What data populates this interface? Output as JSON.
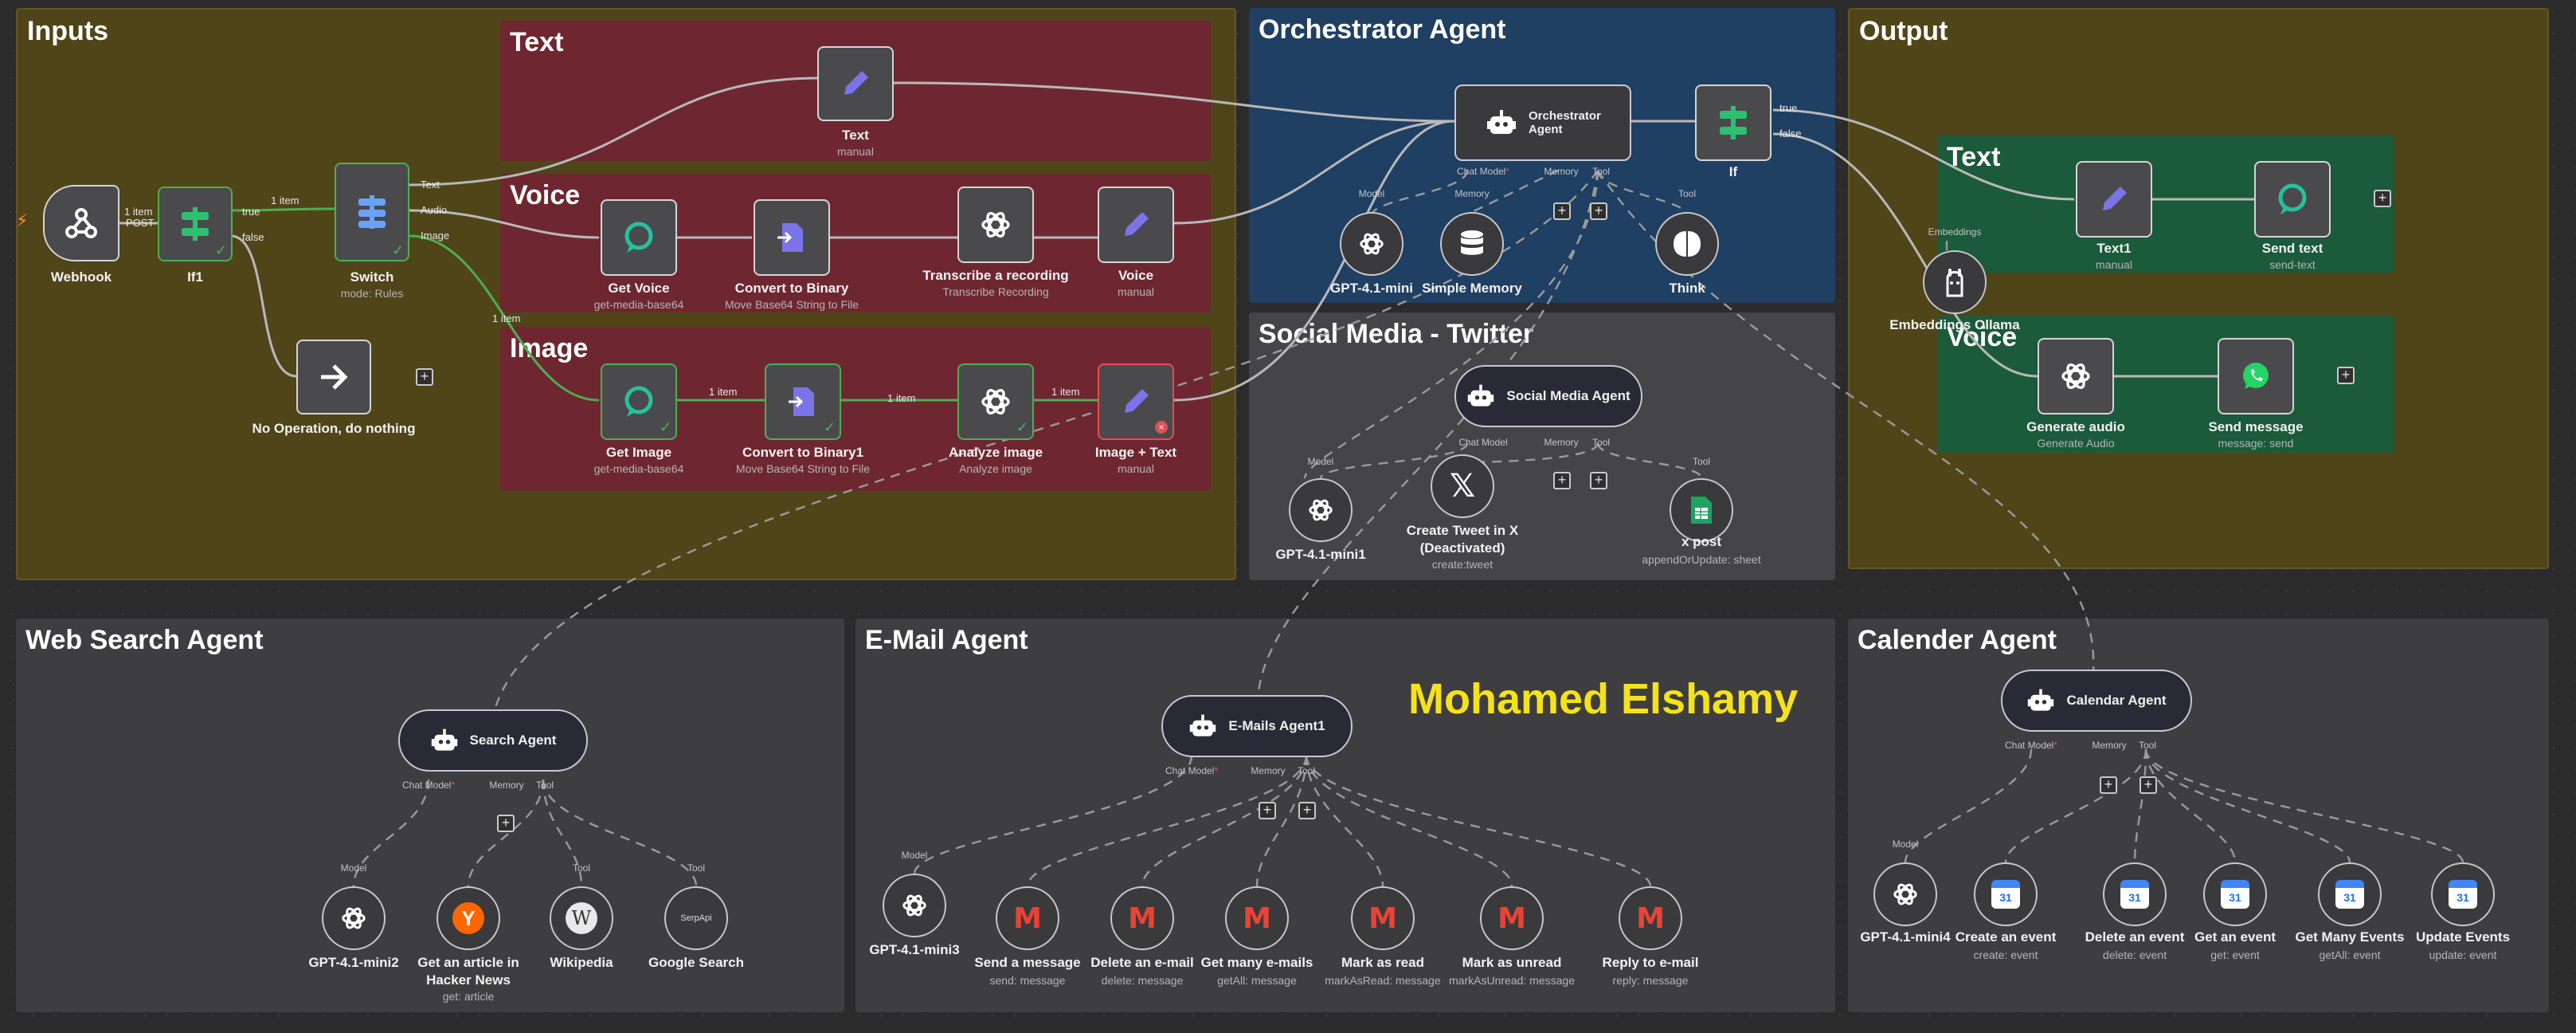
{
  "groups": {
    "inputs": "Inputs",
    "text": "Text",
    "voice": "Voice",
    "image": "Image",
    "orchestrator": "Orchestrator Agent",
    "social": "Social Media - Twitter",
    "output": "Output",
    "out_text": "Text",
    "out_voice": "Voice",
    "web_search": "Web Search Agent",
    "email": "E-Mail Agent",
    "calendar": "Calender Agent"
  },
  "author": "Mohamed Elshamy",
  "connection_labels": {
    "one_item": "1 item",
    "post": "POST",
    "true": "true",
    "false": "false",
    "switch_text": "Text",
    "switch_audio": "Audio",
    "switch_image": "Image",
    "chat_model": "Chat Model",
    "required_mark": "*",
    "memory": "Memory",
    "tool": "Tool",
    "model": "Model",
    "embeddings": "Embeddings",
    "plus": "+"
  },
  "nodes": {
    "webhook": {
      "label": "Webhook"
    },
    "if1": {
      "label": "If1"
    },
    "switch": {
      "label": "Switch",
      "sub": "mode: Rules"
    },
    "noop": {
      "label": "No Operation, do nothing"
    },
    "text": {
      "label": "Text",
      "sub": "manual"
    },
    "get_voice": {
      "label": "Get Voice",
      "sub": "get-media-base64"
    },
    "convert_binary": {
      "label": "Convert to Binary",
      "sub": "Move Base64 String to File"
    },
    "transcribe": {
      "label": "Transcribe a recording",
      "sub": "Transcribe Recording"
    },
    "voice": {
      "label": "Voice",
      "sub": "manual"
    },
    "get_image": {
      "label": "Get Image",
      "sub": "get-media-base64"
    },
    "convert_binary1": {
      "label": "Convert to Binary1",
      "sub": "Move Base64 String to File"
    },
    "analyze_image": {
      "label": "Analyze image",
      "sub": "Analyze image"
    },
    "image_text": {
      "label": "Image + Text",
      "sub": "manual"
    },
    "orchestrator": {
      "label": "Orchestrator Agent"
    },
    "gpt_mini": {
      "label": "GPT-4.1-mini"
    },
    "simple_memory": {
      "label": "Simple Memory"
    },
    "think": {
      "label": "Think"
    },
    "if": {
      "label": "If"
    },
    "social_agent": {
      "label": "Social Media Agent"
    },
    "gpt_mini1": {
      "label": "GPT-4.1-mini1"
    },
    "create_tweet": {
      "label": "Create Tweet in X",
      "label2": "(Deactivated)",
      "sub": "create:tweet"
    },
    "x_post": {
      "label": "x post",
      "sub": "appendOrUpdate: sheet"
    },
    "text1": {
      "label": "Text1",
      "sub": "manual"
    },
    "send_text": {
      "label": "Send text",
      "sub": "send-text"
    },
    "embeddings_ollama": {
      "label": "Embeddings Ollama"
    },
    "generate_audio": {
      "label": "Generate audio",
      "sub": "Generate Audio"
    },
    "send_message_wa": {
      "label": "Send message",
      "sub": "message: send"
    },
    "search_agent": {
      "label": "Search Agent"
    },
    "gpt_mini2": {
      "label": "GPT-4.1-mini2"
    },
    "hacker_news": {
      "label": "Get an article in",
      "label2": "Hacker News",
      "sub": "get: article"
    },
    "wikipedia": {
      "label": "Wikipedia"
    },
    "google_search": {
      "label": "Google Search",
      "icon_text": "SerpApi"
    },
    "emails_agent": {
      "label": "E-Mails Agent1"
    },
    "gpt_mini3": {
      "label": "GPT-4.1-mini3"
    },
    "send_message": {
      "label": "Send a message",
      "sub": "send: message"
    },
    "delete_email": {
      "label": "Delete an e-mail",
      "sub": "delete: message"
    },
    "get_many_emails": {
      "label": "Get many e-mails",
      "sub": "getAll: message"
    },
    "mark_read": {
      "label": "Mark as read",
      "sub": "markAsRead: message"
    },
    "mark_unread": {
      "label": "Mark as unread",
      "sub": "markAsUnread: message"
    },
    "reply_email": {
      "label": "Reply to e-mail",
      "sub": "reply: message"
    },
    "calendar_agent": {
      "label": "Calendar Agent"
    },
    "gpt_mini4": {
      "label": "GPT-4.1-mini4"
    },
    "create_event": {
      "label": "Create an event",
      "sub": "create: event"
    },
    "delete_event": {
      "label": "Delete an event",
      "sub": "delete: event"
    },
    "get_event": {
      "label": "Get an event",
      "sub": "get: event"
    },
    "get_many_events": {
      "label": "Get Many Events",
      "sub": "getAll: event"
    },
    "update_events": {
      "label": "Update Events",
      "sub": "update: event"
    }
  },
  "icons": {
    "webhook": "webhook-icon",
    "if": "branch-icon",
    "switch": "switch-icon",
    "noop": "arrow-right-icon",
    "edit": "pencil-icon",
    "whatsapp_api": "chat-bubble-icon",
    "convert": "file-convert-icon",
    "openai": "openai-icon",
    "robot": "robot-icon",
    "memory": "database-icon",
    "think": "brain-icon",
    "x": "x-logo-icon",
    "sheets": "google-sheets-icon",
    "ollama": "ollama-icon",
    "whatsapp": "whatsapp-icon",
    "hackernews": "hacker-news-icon",
    "wikipedia": "wikipedia-icon",
    "serpapi": "serpapi-icon",
    "gmail": "gmail-icon",
    "calendar": "google-calendar-icon",
    "bolt": "lightning-icon"
  },
  "colors": {
    "accent_green": "#4caf50",
    "error_red": "#e25050",
    "author_yellow": "#f5e21a",
    "purple_icon": "#7b74e8",
    "teal_icon": "#25c19f"
  }
}
